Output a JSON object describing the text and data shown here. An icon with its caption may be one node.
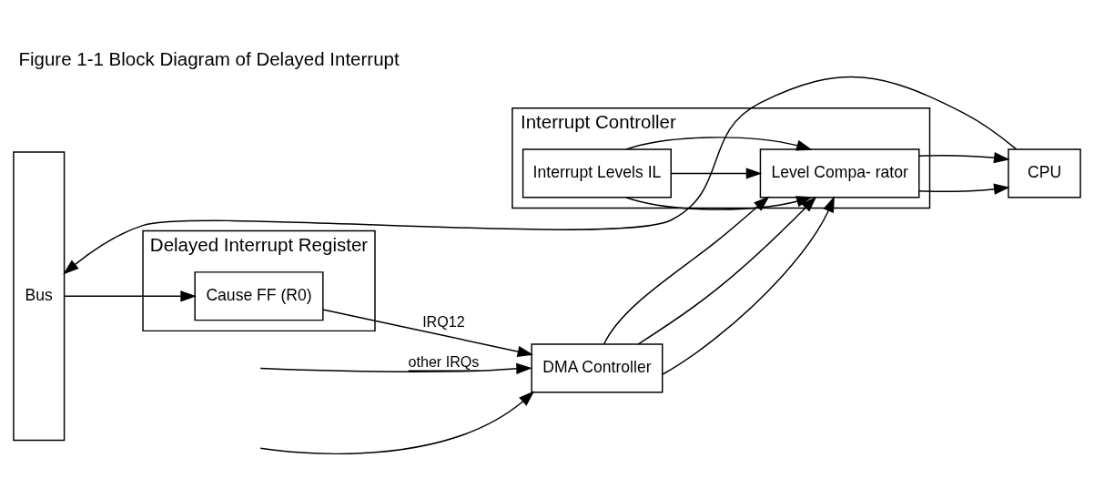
{
  "diagram": {
    "title": "Figure 1-1 Block Diagram of Delayed Interrupt",
    "nodes": [
      {
        "text": [
          "Bus"
        ]
      },
      {
        "text": [
          "CPU"
        ]
      },
      {
        "text": [
          "Delayed Interrupt Register"
        ]
      },
      {
        "text": [
          "Cause FF (R0)"
        ],
        "in": 2
      },
      {
        "text": [
          "DMA Controller"
        ]
      },
      {
        "text": [
          "Interrupt Controller"
        ]
      },
      {
        "text": [
          "Level Compa- rator"
        ],
        "in": 5
      },
      {
        "text": [
          "Interrupt Levels IL"
        ],
        "in": 5
      }
    ],
    "edges": [
      {
        "from": 1,
        "to": 0,
        "arrow": "to"
      },
      {
        "from": 0,
        "to": 3,
        "arrow": "to"
      },
      {
        "from": null,
        "to": 4,
        "arrow": "to"
      },
      {
        "from": 3,
        "to": 4,
        "arrow": "to",
        "label": "IRQ12"
      },
      {
        "from": null,
        "to": 4,
        "arrow": "to",
        "label": "other IRQs"
      },
      {
        "from": 4,
        "to": 6,
        "arrow": "to"
      },
      {
        "from": 4,
        "to": 6,
        "arrow": "to"
      },
      {
        "from": 4,
        "to": 6,
        "arrow": "to"
      },
      {
        "from": 7,
        "to": 6,
        "arrow": "to"
      },
      {
        "from": 7,
        "to": 6,
        "arrow": "to"
      },
      {
        "from": 7,
        "to": 6,
        "arrow": "to"
      },
      {
        "from": 6,
        "to": 1,
        "arrow": "to"
      },
      {
        "from": 6,
        "to": 1,
        "arrow": "to"
      }
    ]
  }
}
